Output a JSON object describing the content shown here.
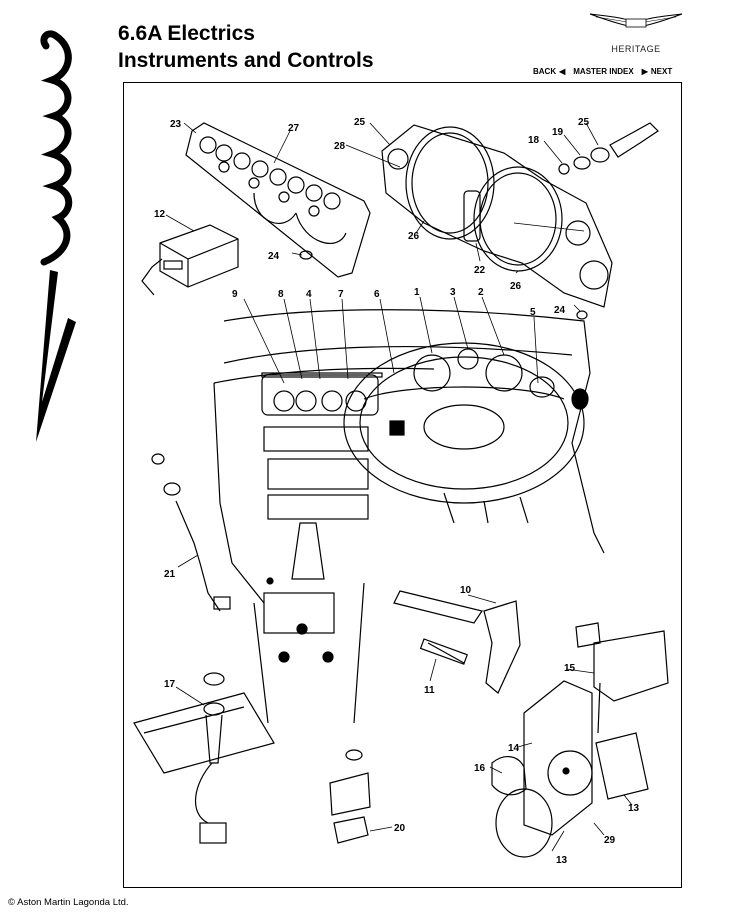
{
  "header": {
    "section": "6.6A Electrics",
    "subtitle": "Instruments and Controls"
  },
  "brand": {
    "heritage_label": "HERITAGE",
    "side_logo_icon": "vantage-script-logo"
  },
  "nav": {
    "back": "BACK",
    "master_index": "MASTER INDEX",
    "next": "NEXT"
  },
  "callouts": [
    "23",
    "27",
    "25",
    "28",
    "18",
    "19",
    "25",
    "12",
    "24",
    "26",
    "22",
    "26",
    "24",
    "9",
    "8",
    "4",
    "7",
    "6",
    "1",
    "3",
    "2",
    "5",
    "10",
    "11",
    "21",
    "15",
    "17",
    "14",
    "16",
    "13",
    "20",
    "29",
    "13"
  ],
  "footer": {
    "copyright": "© Aston Martin Lagonda Ltd."
  },
  "colors": {
    "line": "#000000",
    "background": "#ffffff"
  }
}
